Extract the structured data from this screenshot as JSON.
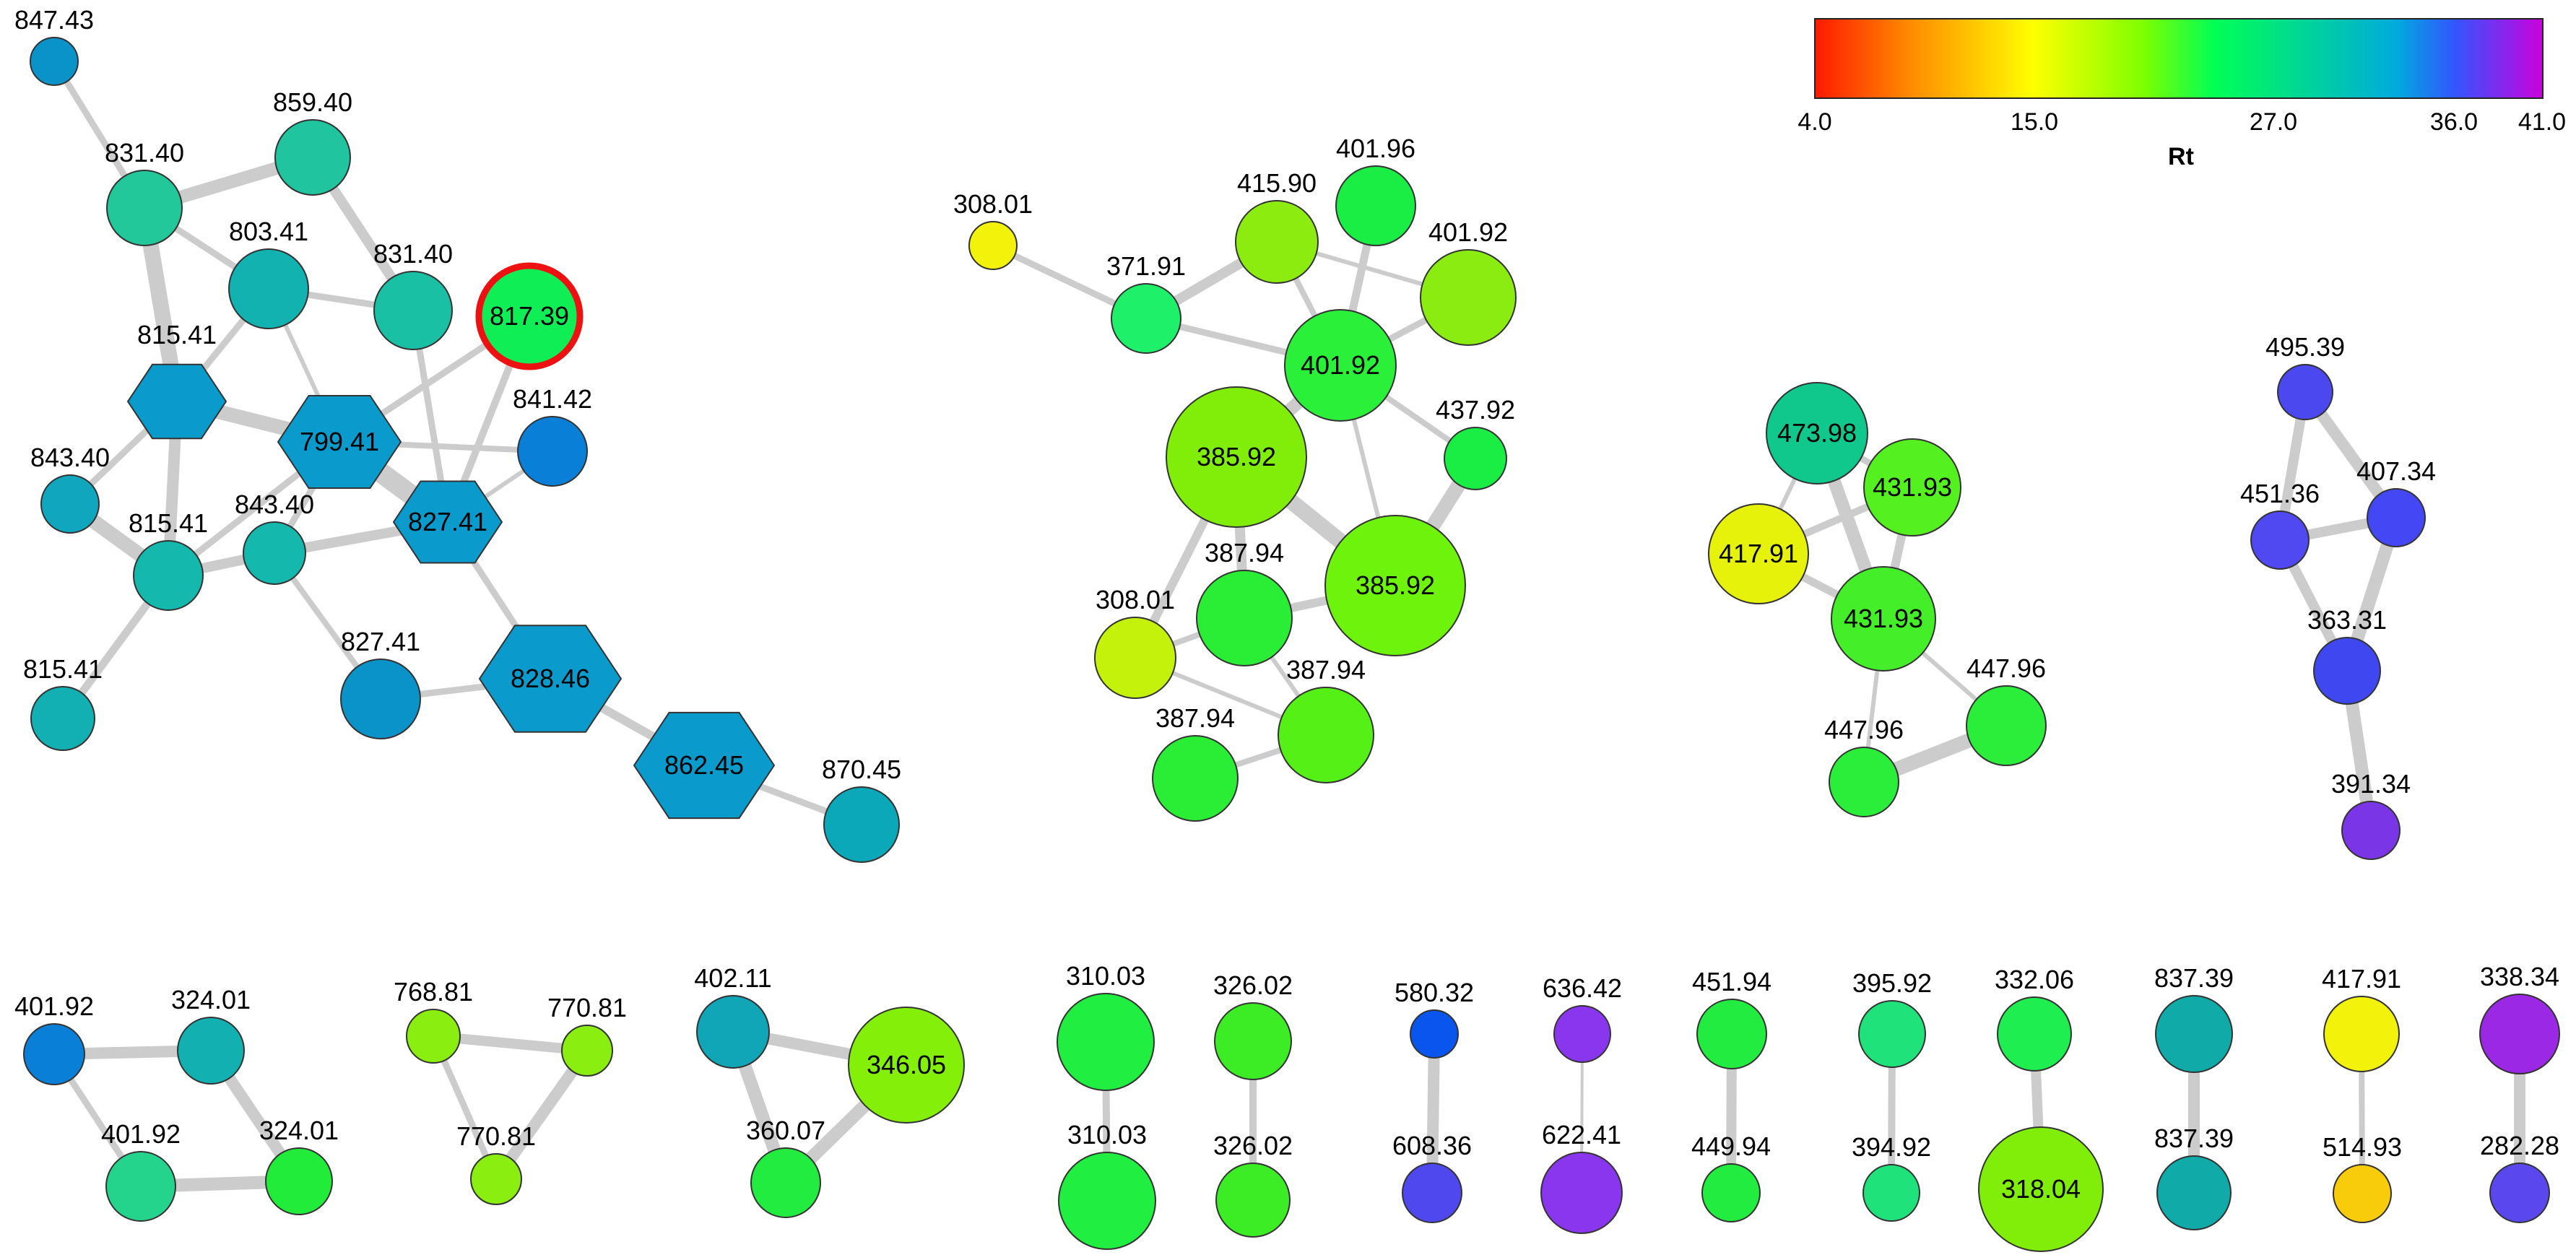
{
  "colorbar": {
    "title": "Rt",
    "ticks": [
      "4.0",
      "15.0",
      "27.0",
      "36.0",
      "41.0"
    ],
    "tick_values": [
      4,
      15,
      27,
      36,
      41
    ],
    "stops": [
      "#ff1a00",
      "#ff8a00",
      "#ffff00",
      "#7fff00",
      "#00ff55",
      "#00aadd",
      "#3355ff",
      "#cc00dd"
    ]
  },
  "highlight_color": "#ee1111",
  "edge_color": "#cccccc",
  "nodes": [
    {
      "label": "847.43",
      "color": "#0a93c8"
    },
    {
      "label": "831.40",
      "color": "#22c79a"
    },
    {
      "label": "859.40",
      "color": "#20c49e"
    },
    {
      "label": "803.41",
      "color": "#12b2b0"
    },
    {
      "label": "831.40",
      "color": "#19c0a4"
    },
    {
      "label": "817.39",
      "color": "#10ee55"
    },
    {
      "label": "815.41",
      "color": "#0a9acc"
    },
    {
      "label": "799.41",
      "color": "#0a9acc"
    },
    {
      "label": "841.42",
      "color": "#0a7fd8"
    },
    {
      "label": "843.40",
      "color": "#0fa6be"
    },
    {
      "label": "815.41",
      "color": "#14b8ac"
    },
    {
      "label": "843.40",
      "color": "#14b8ac"
    },
    {
      "label": "827.41",
      "color": "#0a9acc"
    },
    {
      "label": "815.41",
      "color": "#12b0b2"
    },
    {
      "label": "827.41",
      "color": "#0a93c8"
    },
    {
      "label": "828.46",
      "color": "#0a9acc"
    },
    {
      "label": "862.45",
      "color": "#0a9acc"
    },
    {
      "label": "870.45",
      "color": "#0aa8b8"
    },
    {
      "label": "308.01",
      "color": "#f2f20a"
    },
    {
      "label": "371.91",
      "color": "#1ef06a"
    },
    {
      "label": "415.90",
      "color": "#8cec10"
    },
    {
      "label": "401.96",
      "color": "#1aee45"
    },
    {
      "label": "401.92",
      "color": "#8aec10"
    },
    {
      "label": "401.92",
      "color": "#2af03a"
    },
    {
      "label": "437.92",
      "color": "#1aee45"
    },
    {
      "label": "385.92",
      "color": "#80ee08"
    },
    {
      "label": "385.92",
      "color": "#6ef40c"
    },
    {
      "label": "308.01",
      "color": "#c5f20a"
    },
    {
      "label": "387.94",
      "color": "#2aee35"
    },
    {
      "label": "387.94",
      "color": "#55f015"
    },
    {
      "label": "387.94",
      "color": "#2aee35"
    },
    {
      "label": "473.98",
      "color": "#10c88c"
    },
    {
      "label": "431.93",
      "color": "#55f020"
    },
    {
      "label": "417.91",
      "color": "#e6f20a"
    },
    {
      "label": "431.93",
      "color": "#44ee28"
    },
    {
      "label": "447.96",
      "color": "#2aee3a"
    },
    {
      "label": "447.96",
      "color": "#2aee3a"
    },
    {
      "label": "495.39",
      "color": "#4a48ee"
    },
    {
      "label": "451.36",
      "color": "#5048f0"
    },
    {
      "label": "407.34",
      "color": "#4448f4"
    },
    {
      "label": "363.31",
      "color": "#3f48f0"
    },
    {
      "label": "391.34",
      "color": "#7a36e6"
    },
    {
      "label": "401.92",
      "color": "#0a7fd8"
    },
    {
      "label": "324.01",
      "color": "#12b0b0"
    },
    {
      "label": "401.92",
      "color": "#25d48c"
    },
    {
      "label": "324.01",
      "color": "#22ec3a"
    },
    {
      "label": "768.81",
      "color": "#8aee10"
    },
    {
      "label": "770.81",
      "color": "#8aee10"
    },
    {
      "label": "770.81",
      "color": "#8aee10"
    },
    {
      "label": "402.11",
      "color": "#10a6b8"
    },
    {
      "label": "346.05",
      "color": "#84f00a"
    },
    {
      "label": "360.07",
      "color": "#22ec40"
    },
    {
      "label": "310.03",
      "color": "#20ee40"
    },
    {
      "label": "310.03",
      "color": "#20ee40"
    },
    {
      "label": "326.02",
      "color": "#3cec25"
    },
    {
      "label": "326.02",
      "color": "#3cec25"
    },
    {
      "label": "580.32",
      "color": "#0a55ee"
    },
    {
      "label": "608.36",
      "color": "#4f48ee"
    },
    {
      "label": "636.42",
      "color": "#8a36ee"
    },
    {
      "label": "622.41",
      "color": "#8a36ee"
    },
    {
      "label": "451.94",
      "color": "#22ec40"
    },
    {
      "label": "449.94",
      "color": "#22ec40"
    },
    {
      "label": "395.92",
      "color": "#20e27a"
    },
    {
      "label": "394.92",
      "color": "#20e27a"
    },
    {
      "label": "332.06",
      "color": "#1eee50"
    },
    {
      "label": "318.04",
      "color": "#80ee08"
    },
    {
      "label": "837.39",
      "color": "#10aaa8"
    },
    {
      "label": "837.39",
      "color": "#10aaa8"
    },
    {
      "label": "417.91",
      "color": "#f2f20a"
    },
    {
      "label": "514.93",
      "color": "#f8cc0a"
    },
    {
      "label": "338.34",
      "color": "#9a28e4"
    },
    {
      "label": "282.28",
      "color": "#5a48ee"
    }
  ]
}
